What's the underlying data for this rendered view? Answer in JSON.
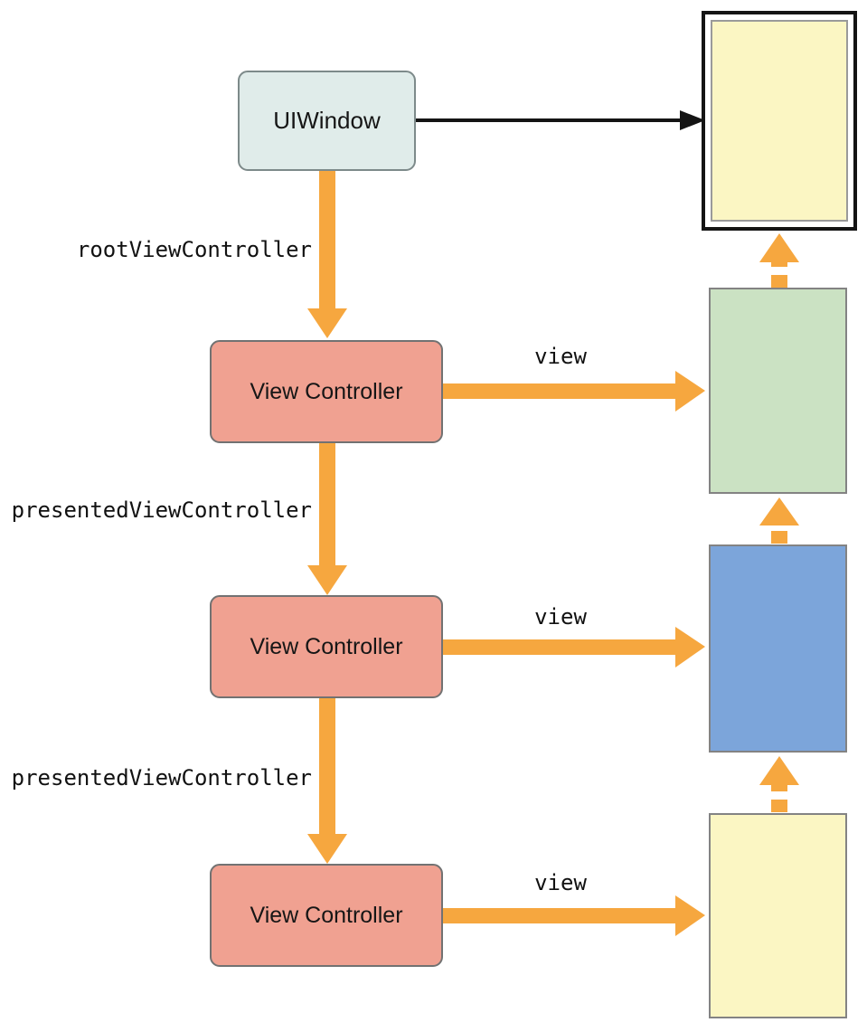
{
  "diagram": {
    "nodes": {
      "uiwindow": {
        "label": "UIWindow"
      },
      "view_controllers": [
        {
          "label": "View Controller"
        },
        {
          "label": "View Controller"
        },
        {
          "label": "View Controller"
        }
      ],
      "views": [
        {
          "name": "window-screen-content",
          "fill": "#fbf6c3"
        },
        {
          "name": "root-view",
          "fill": "#cbe2c3"
        },
        {
          "name": "presented-view-1",
          "fill": "#7ca5da"
        },
        {
          "name": "presented-view-2",
          "fill": "#fbf6c3"
        }
      ]
    },
    "labels": {
      "root_view_controller": "rootViewController",
      "presented_view_controller_1": "presentedViewController",
      "presented_view_controller_2": "presentedViewController",
      "view_1": "view",
      "view_2": "view",
      "view_3": "view"
    },
    "colors": {
      "arrow_orange": "#f6a73f",
      "arrow_black": "#141414",
      "uiwindow_fill": "#e0ecea",
      "view_controller_fill": "#f0a191",
      "screen_frame_border": "#141414"
    }
  }
}
